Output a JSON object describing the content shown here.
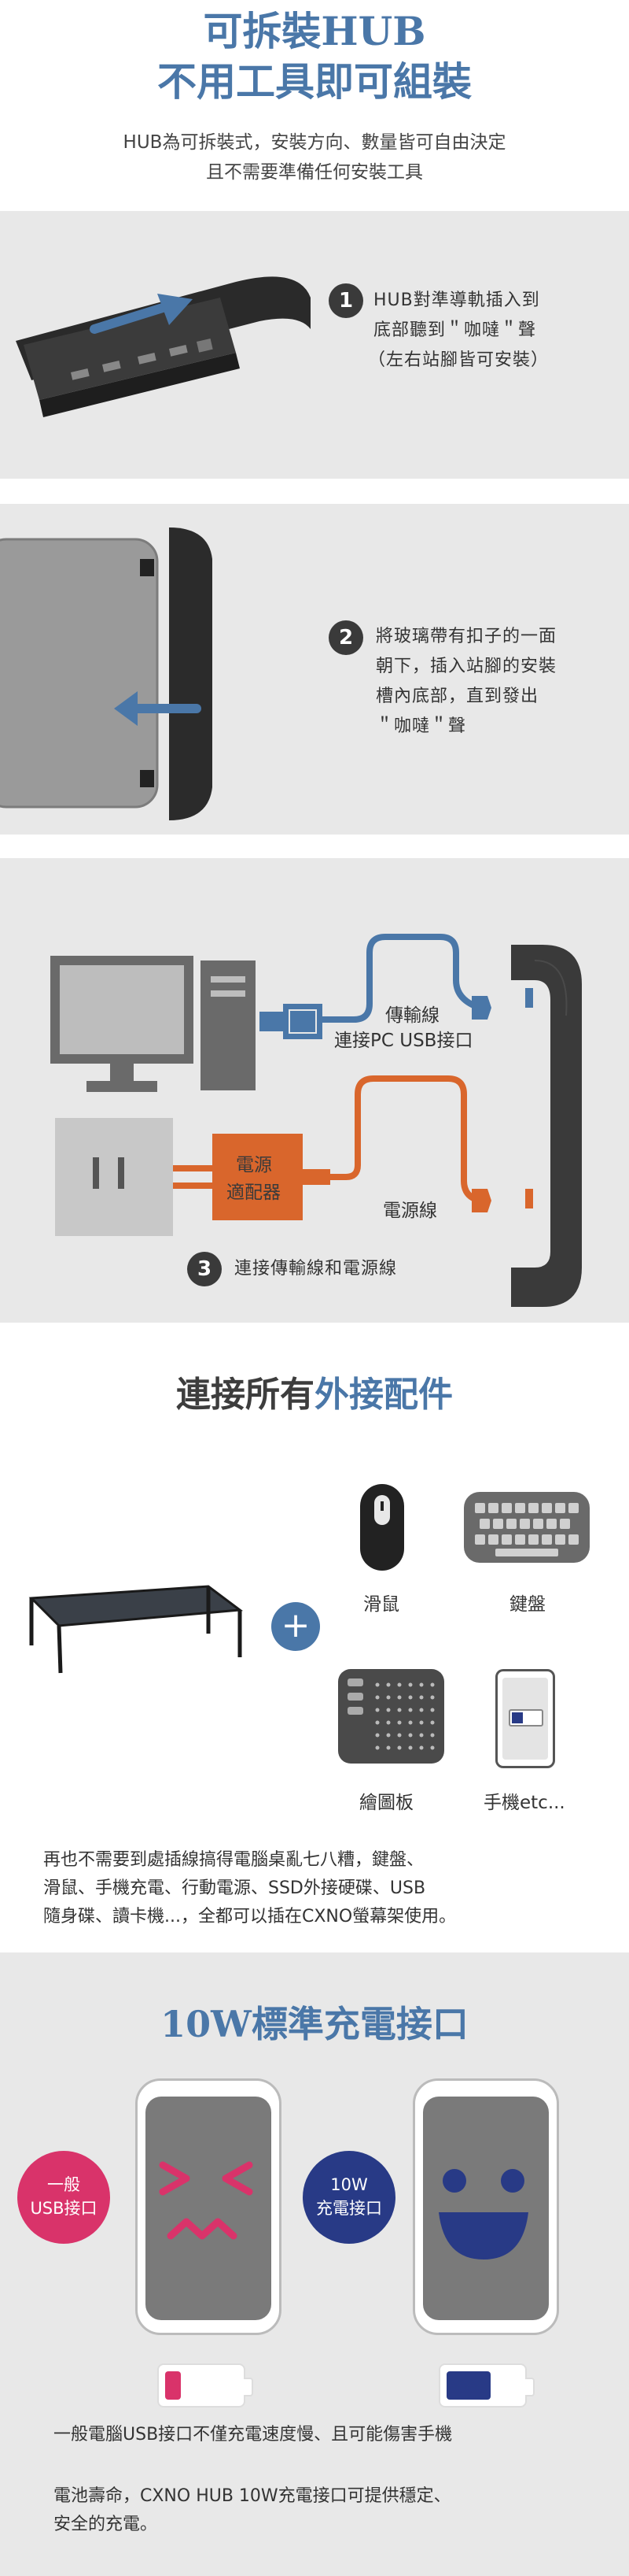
{
  "hero": {
    "title_line1": "可拆裝HUB",
    "title_line2": "不用工具即可組裝",
    "subtitle_line1": "HUB為可拆裝式，安裝方向、數量皆可自由決定",
    "subtitle_line2": "且不需要準備任何安裝工具"
  },
  "step1": {
    "number": "1",
    "line1": "HUB對準導軌插入到",
    "line2": "底部聽到＂咖噠＂聲",
    "line3": "（左右站腳皆可安裝）"
  },
  "step2": {
    "number": "2",
    "line1": "將玻璃帶有扣子的一面",
    "line2": "朝下，插入站腳的安裝",
    "line3": "槽內底部，直到發出",
    "line4": "＂咖噠＂聲"
  },
  "step3": {
    "number": "3",
    "caption": "連接傳輸線和電源線",
    "cable_label_line1": "傳輸線",
    "cable_label_line2": "連接PC USB接口",
    "adapter_label_line1": "電源",
    "adapter_label_line2": "適配器",
    "power_label": "電源線"
  },
  "accessories": {
    "title_part1": "連接所有",
    "title_part2": "外接配件",
    "plus": "+",
    "items": [
      {
        "label": "滑鼠",
        "icon": "mouse-icon"
      },
      {
        "label": "鍵盤",
        "icon": "keyboard-icon"
      },
      {
        "label": "繪圖板",
        "icon": "drawing-tablet-icon"
      },
      {
        "label": "手機etc...",
        "icon": "phone-icon"
      }
    ],
    "para_line1": "再也不需要到處插線搞得電腦桌亂七八糟，鍵盤、",
    "para_line2": "滑鼠、手機充電、行動電源、SSD外接硬碟、USB",
    "para_line3": "隨身碟、讀卡機...，全都可以插在CXNO螢幕架使用。"
  },
  "charging": {
    "title": "10W標準充電接口",
    "badge_left_line1": "一般",
    "badge_left_line2": "USB接口",
    "badge_right_line1": "10W",
    "badge_right_line2": "充電接口",
    "para_line1": "一般電腦USB接口不僅充電速度慢、且可能傷害手機",
    "para_line2": "電池壽命，CXNO HUB 10W充電接口可提供穩定、",
    "para_line3": "安全的充電。",
    "colors": {
      "pink": "#d9336a",
      "navy": "#283a86",
      "blue": "#4a77a8"
    }
  }
}
